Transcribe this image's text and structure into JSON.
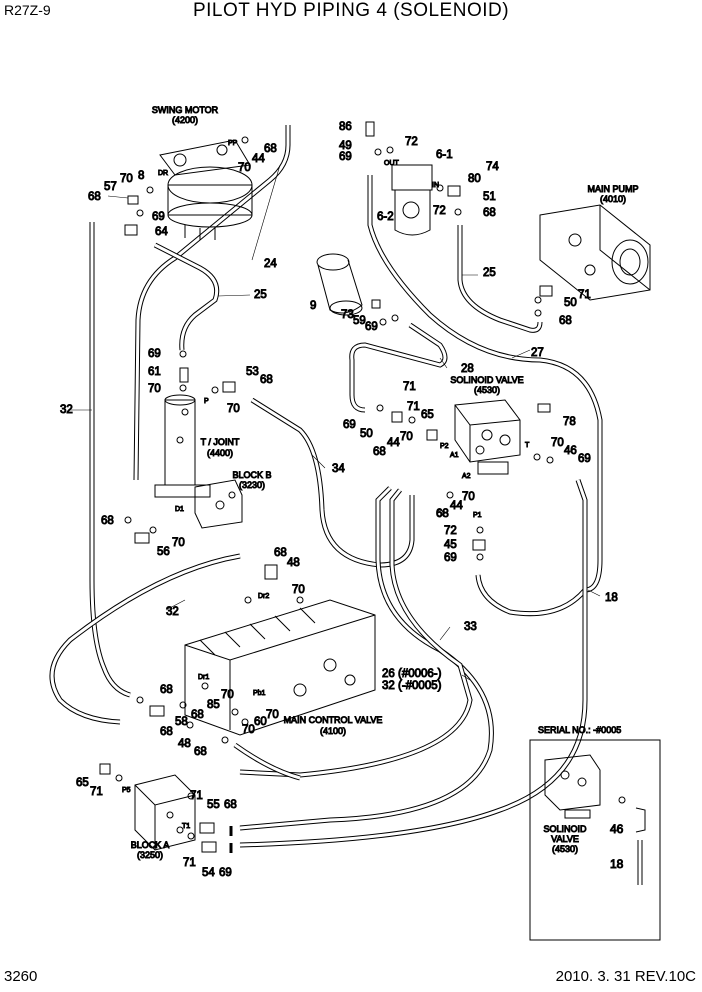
{
  "header": {
    "model": "R27Z-9",
    "title": "PILOT HYD PIPING 4 (SOLENOID)"
  },
  "footer": {
    "page_number": "3260",
    "revision": "2010. 3. 31  REV.10C"
  },
  "components": {
    "swing_motor": {
      "name": "SWING MOTOR",
      "code": "(4200)"
    },
    "main_pump": {
      "name": "MAIN PUMP",
      "code": "(4010)"
    },
    "solenoid_valve": {
      "name": "SOLINOID VALVE",
      "code": "(4530)"
    },
    "turning_joint": {
      "name": "T / JOINT",
      "code": "(4400)"
    },
    "block_b": {
      "name": "BLOCK B",
      "code": "(3230)"
    },
    "main_control_valve": {
      "name": "MAIN CONTROL VALVE",
      "code": "(4100)"
    },
    "block_a": {
      "name": "BLOCK A",
      "code": "(3250)"
    }
  },
  "inset": {
    "title": "SERIAL NO.: -#0005",
    "valve_name1": "SOLINOID",
    "valve_name2": "VALVE",
    "valve_code": "(4530)",
    "callouts": [
      "46",
      "18"
    ]
  },
  "port_labels": [
    "PP",
    "DR",
    "OUT",
    "IN",
    "P",
    "D1",
    "Dr2",
    "Dr1",
    "Pb1",
    "P2",
    "A1",
    "A2",
    "P1",
    "T",
    "P5",
    "T1"
  ],
  "callouts": {
    "c68a": "68",
    "c57": "57",
    "c70a": "70",
    "c8": "8",
    "c69a": "69",
    "c64": "64",
    "c70b": "70",
    "c44a": "44",
    "c68b": "68",
    "c24": "24",
    "c25a": "25",
    "c86": "86",
    "c49": "49",
    "c69b": "69",
    "c72a": "72",
    "c6_1": "6-1",
    "c80": "80",
    "c74": "74",
    "c72b": "72",
    "c51": "51",
    "c68c": "68",
    "c6_2": "6-2",
    "c25b": "25",
    "c71a": "71",
    "c50a": "50",
    "c68d": "68",
    "c27": "27",
    "c9": "9",
    "c73": "73",
    "c59": "59",
    "c69c": "69",
    "c28": "28",
    "c69d": "69",
    "c61": "61",
    "c70c": "70",
    "c53": "53",
    "c68e": "68",
    "c70d": "70",
    "c32a": "32",
    "c34": "34",
    "c71b": "71",
    "c71c": "71",
    "c65a": "65",
    "c69e": "69",
    "c50b": "50",
    "c44b": "44",
    "c70e": "70",
    "c68f": "68",
    "c78": "78",
    "c70f": "70",
    "c46": "46",
    "c69f": "69",
    "c68g": "68",
    "c44c": "44",
    "c70g": "70",
    "c72c": "72",
    "c45": "45",
    "c69g": "69",
    "c18": "18",
    "c68h": "68",
    "c70h": "70",
    "c56": "56",
    "c68i": "68",
    "c48a": "48",
    "c70i": "70",
    "c32b": "32",
    "c33": "33",
    "c26": "26 (#0006-)",
    "c32c": "32 (-#0005)",
    "c68j": "68",
    "c70j": "70",
    "c58": "58",
    "c85": "85",
    "c68k": "68",
    "c70k": "70",
    "c60": "60",
    "c70l": "70",
    "c68l": "68",
    "c48b": "48",
    "c68m": "68",
    "c65b": "65",
    "c71d": "71",
    "c71e": "71",
    "c55": "55",
    "c68n": "68",
    "c71f": "71",
    "c54": "54",
    "c69h": "69"
  },
  "colors": {
    "ink": "#000000",
    "background": "#ffffff"
  }
}
